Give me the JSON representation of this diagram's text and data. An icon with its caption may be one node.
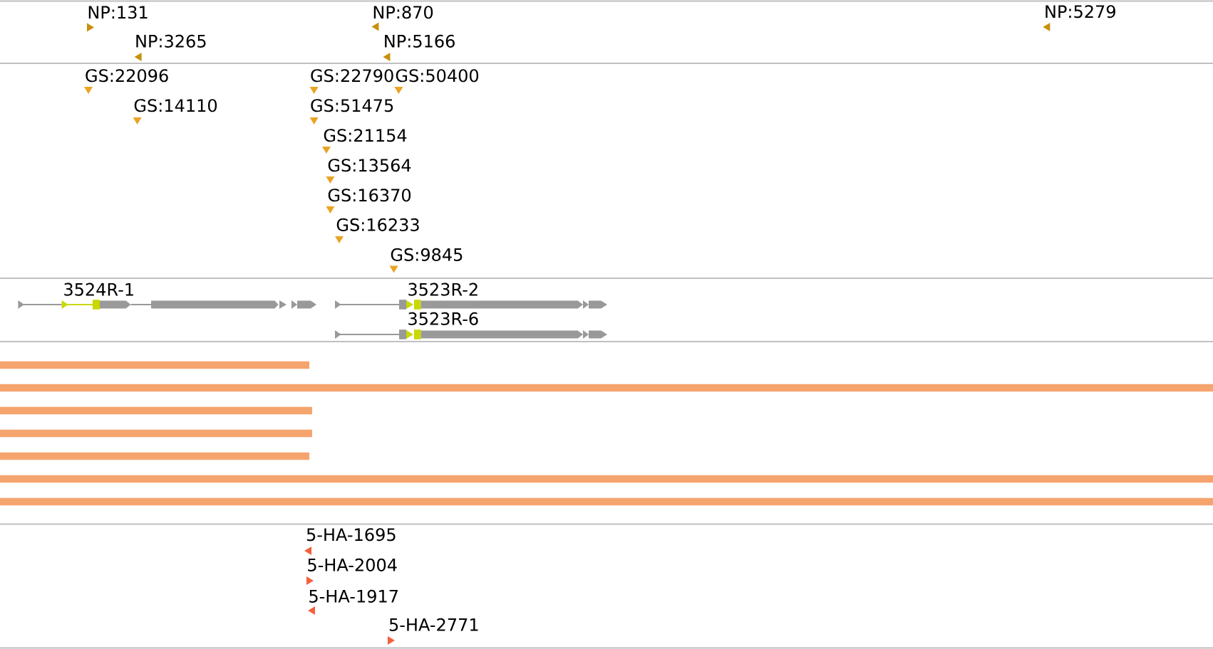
{
  "diagram": {
    "labels": [
      "NP:131",
      "NP:870",
      "NP:5279",
      "NP:3265",
      "NP:5166",
      "GS:22096",
      "GS:22790",
      "GS:50400",
      "GS:14110",
      "GS:51475",
      "GS:21154",
      "GS:13564",
      "GS:16370",
      "GS:16233",
      "GS:9845",
      "3524R-1",
      "3523R-2",
      "3523R-6",
      "5-HA-1695",
      "5-HA-2004",
      "5-HA-1917",
      "5-HA-2771"
    ]
  }
}
